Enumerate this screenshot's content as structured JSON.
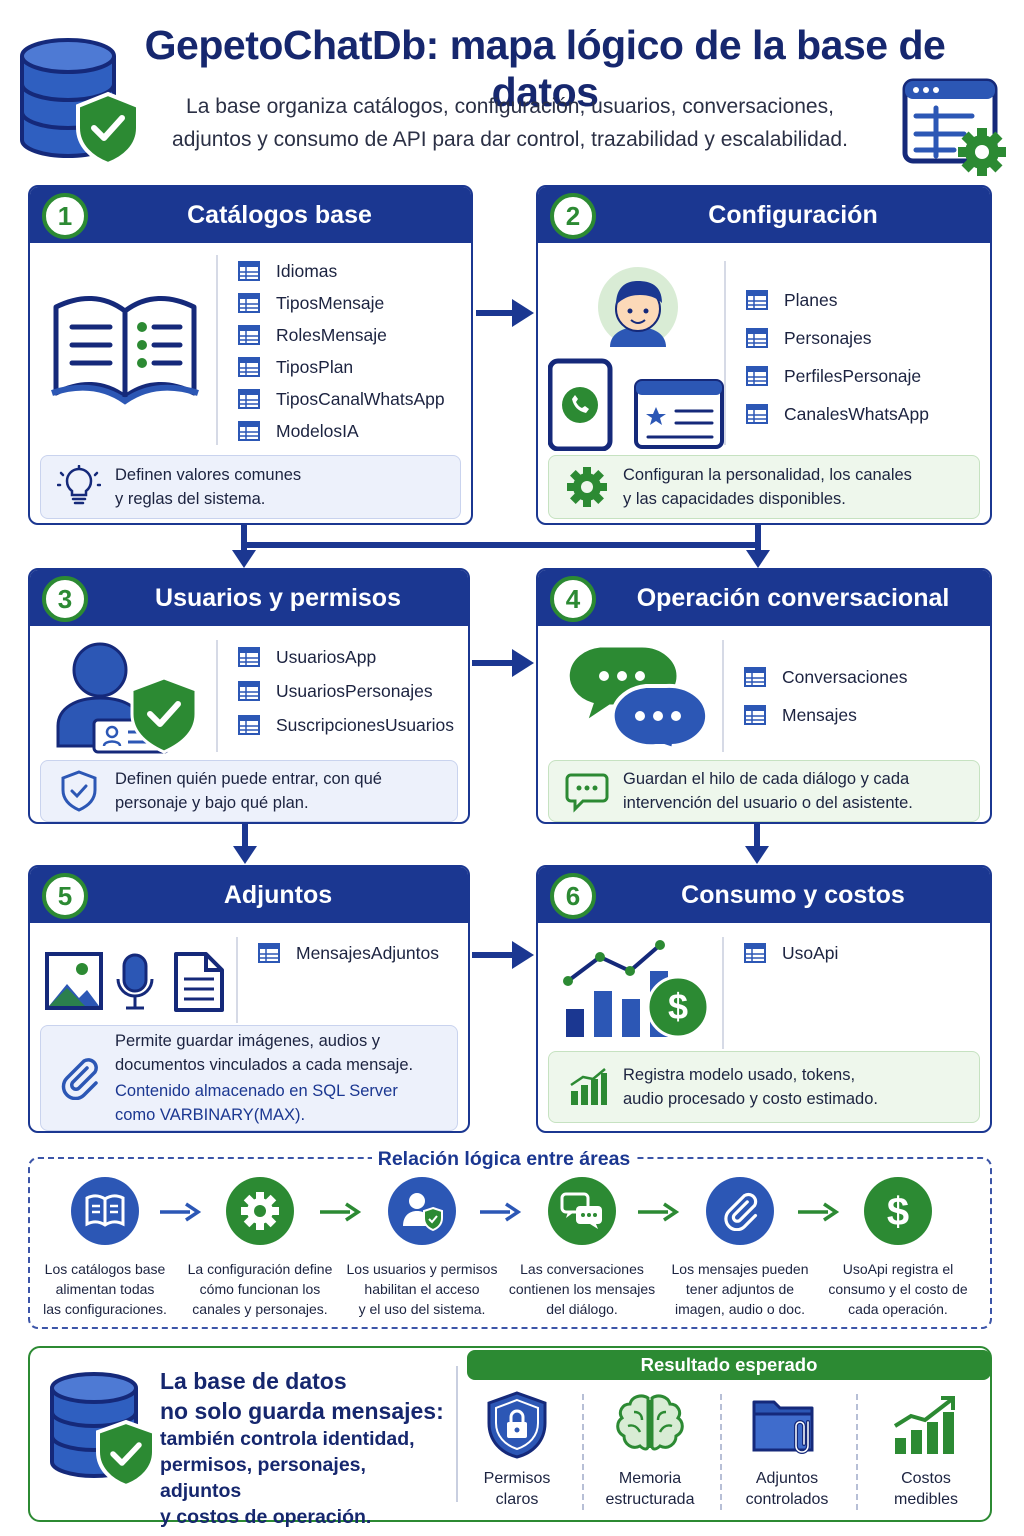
{
  "header": {
    "title": "GepetoChatDb: mapa lógico de la base de datos",
    "subtitle_line1": "La base organiza catálogos, configuración, usuarios, conversaciones,",
    "subtitle_line2": "adjuntos y consumo de API para dar control, trazabilidad y escalabilidad."
  },
  "sections": [
    {
      "number": "1",
      "title": "Catálogos base",
      "tables": [
        "Idiomas",
        "TiposMensaje",
        "RolesMensaje",
        "TiposPlan",
        "TiposCanalWhatsApp",
        "ModelosIA"
      ],
      "note_line1": "Definen valores comunes",
      "note_line2": "y reglas del sistema."
    },
    {
      "number": "2",
      "title": "Configuración",
      "tables": [
        "Planes",
        "Personajes",
        "PerfilesPersonaje",
        "CanalesWhatsApp"
      ],
      "note_line1": "Configuran la personalidad, los canales",
      "note_line2": "y las capacidades disponibles."
    },
    {
      "number": "3",
      "title": "Usuarios y permisos",
      "tables": [
        "UsuariosApp",
        "UsuariosPersonajes",
        "SuscripcionesUsuarios"
      ],
      "note_line1": "Definen quién puede entrar, con qué",
      "note_line2": "personaje y bajo qué plan."
    },
    {
      "number": "4",
      "title": "Operación conversacional",
      "tables": [
        "Conversaciones",
        "Mensajes"
      ],
      "note_line1": "Guardan el hilo de cada diálogo y cada",
      "note_line2": "intervención del usuario o del asistente."
    },
    {
      "number": "5",
      "title": "Adjuntos",
      "tables": [
        "MensajesAdjuntos"
      ],
      "note_line1": "Permite guardar imágenes, audios y",
      "note_line2": "documentos vinculados a cada mensaje.",
      "note_line3": "Contenido almacenado en SQL Server",
      "note_line4": "como VARBINARY(MAX)."
    },
    {
      "number": "6",
      "title": "Consumo y costos",
      "tables": [
        "UsoApi"
      ],
      "note_line1": "Registra modelo usado, tokens,",
      "note_line2": "audio procesado y costo estimado."
    }
  ],
  "relation": {
    "title": "Relación lógica entre áreas",
    "steps": [
      {
        "l1": "Los catálogos base",
        "l2": "alimentan todas",
        "l3": "las configuraciones."
      },
      {
        "l1": "La configuración define",
        "l2": "cómo funcionan los",
        "l3": "canales y personajes."
      },
      {
        "l1": "Los usuarios y permisos",
        "l2": "habilitan el acceso",
        "l3": "y el uso del sistema."
      },
      {
        "l1": "Las conversaciones",
        "l2": "contienen los mensajes",
        "l3": "del diálogo."
      },
      {
        "l1": "Los mensajes pueden",
        "l2": "tener adjuntos de",
        "l3": "imagen, audio o doc."
      },
      {
        "l1": "UsoApi registra el",
        "l2": "consumo y el costo de",
        "l3": "cada operación."
      }
    ]
  },
  "summary": {
    "head_line1": "La base de datos",
    "head_line2": "no solo guarda mensajes:",
    "sub_line1": "también controla identidad,",
    "sub_line2": "permisos, personajes, adjuntos",
    "sub_line3": "y costos de operación.",
    "result_title": "Resultado esperado",
    "results": [
      {
        "l1": "Permisos",
        "l2": "claros"
      },
      {
        "l1": "Memoria",
        "l2": "estructurada"
      },
      {
        "l1": "Adjuntos",
        "l2": "controlados"
      },
      {
        "l1": "Costos",
        "l2": "medibles"
      }
    ]
  },
  "colors": {
    "navy": "#1b3791",
    "green": "#2c8a33",
    "blue": "#2c57b5",
    "note_blue_bg": "#edf1fb",
    "note_green_bg": "#eef7ec"
  },
  "icons": {
    "header_left": "database-shield-icon",
    "header_right": "table-gear-icon",
    "section_1": "open-book-icon",
    "section_2": "avatar-phone-profile-icon",
    "section_3": "user-id-shield-icon",
    "section_4": "chat-bubbles-icon",
    "section_5": "image-mic-document-icon",
    "section_6": "chart-dollar-icon"
  }
}
